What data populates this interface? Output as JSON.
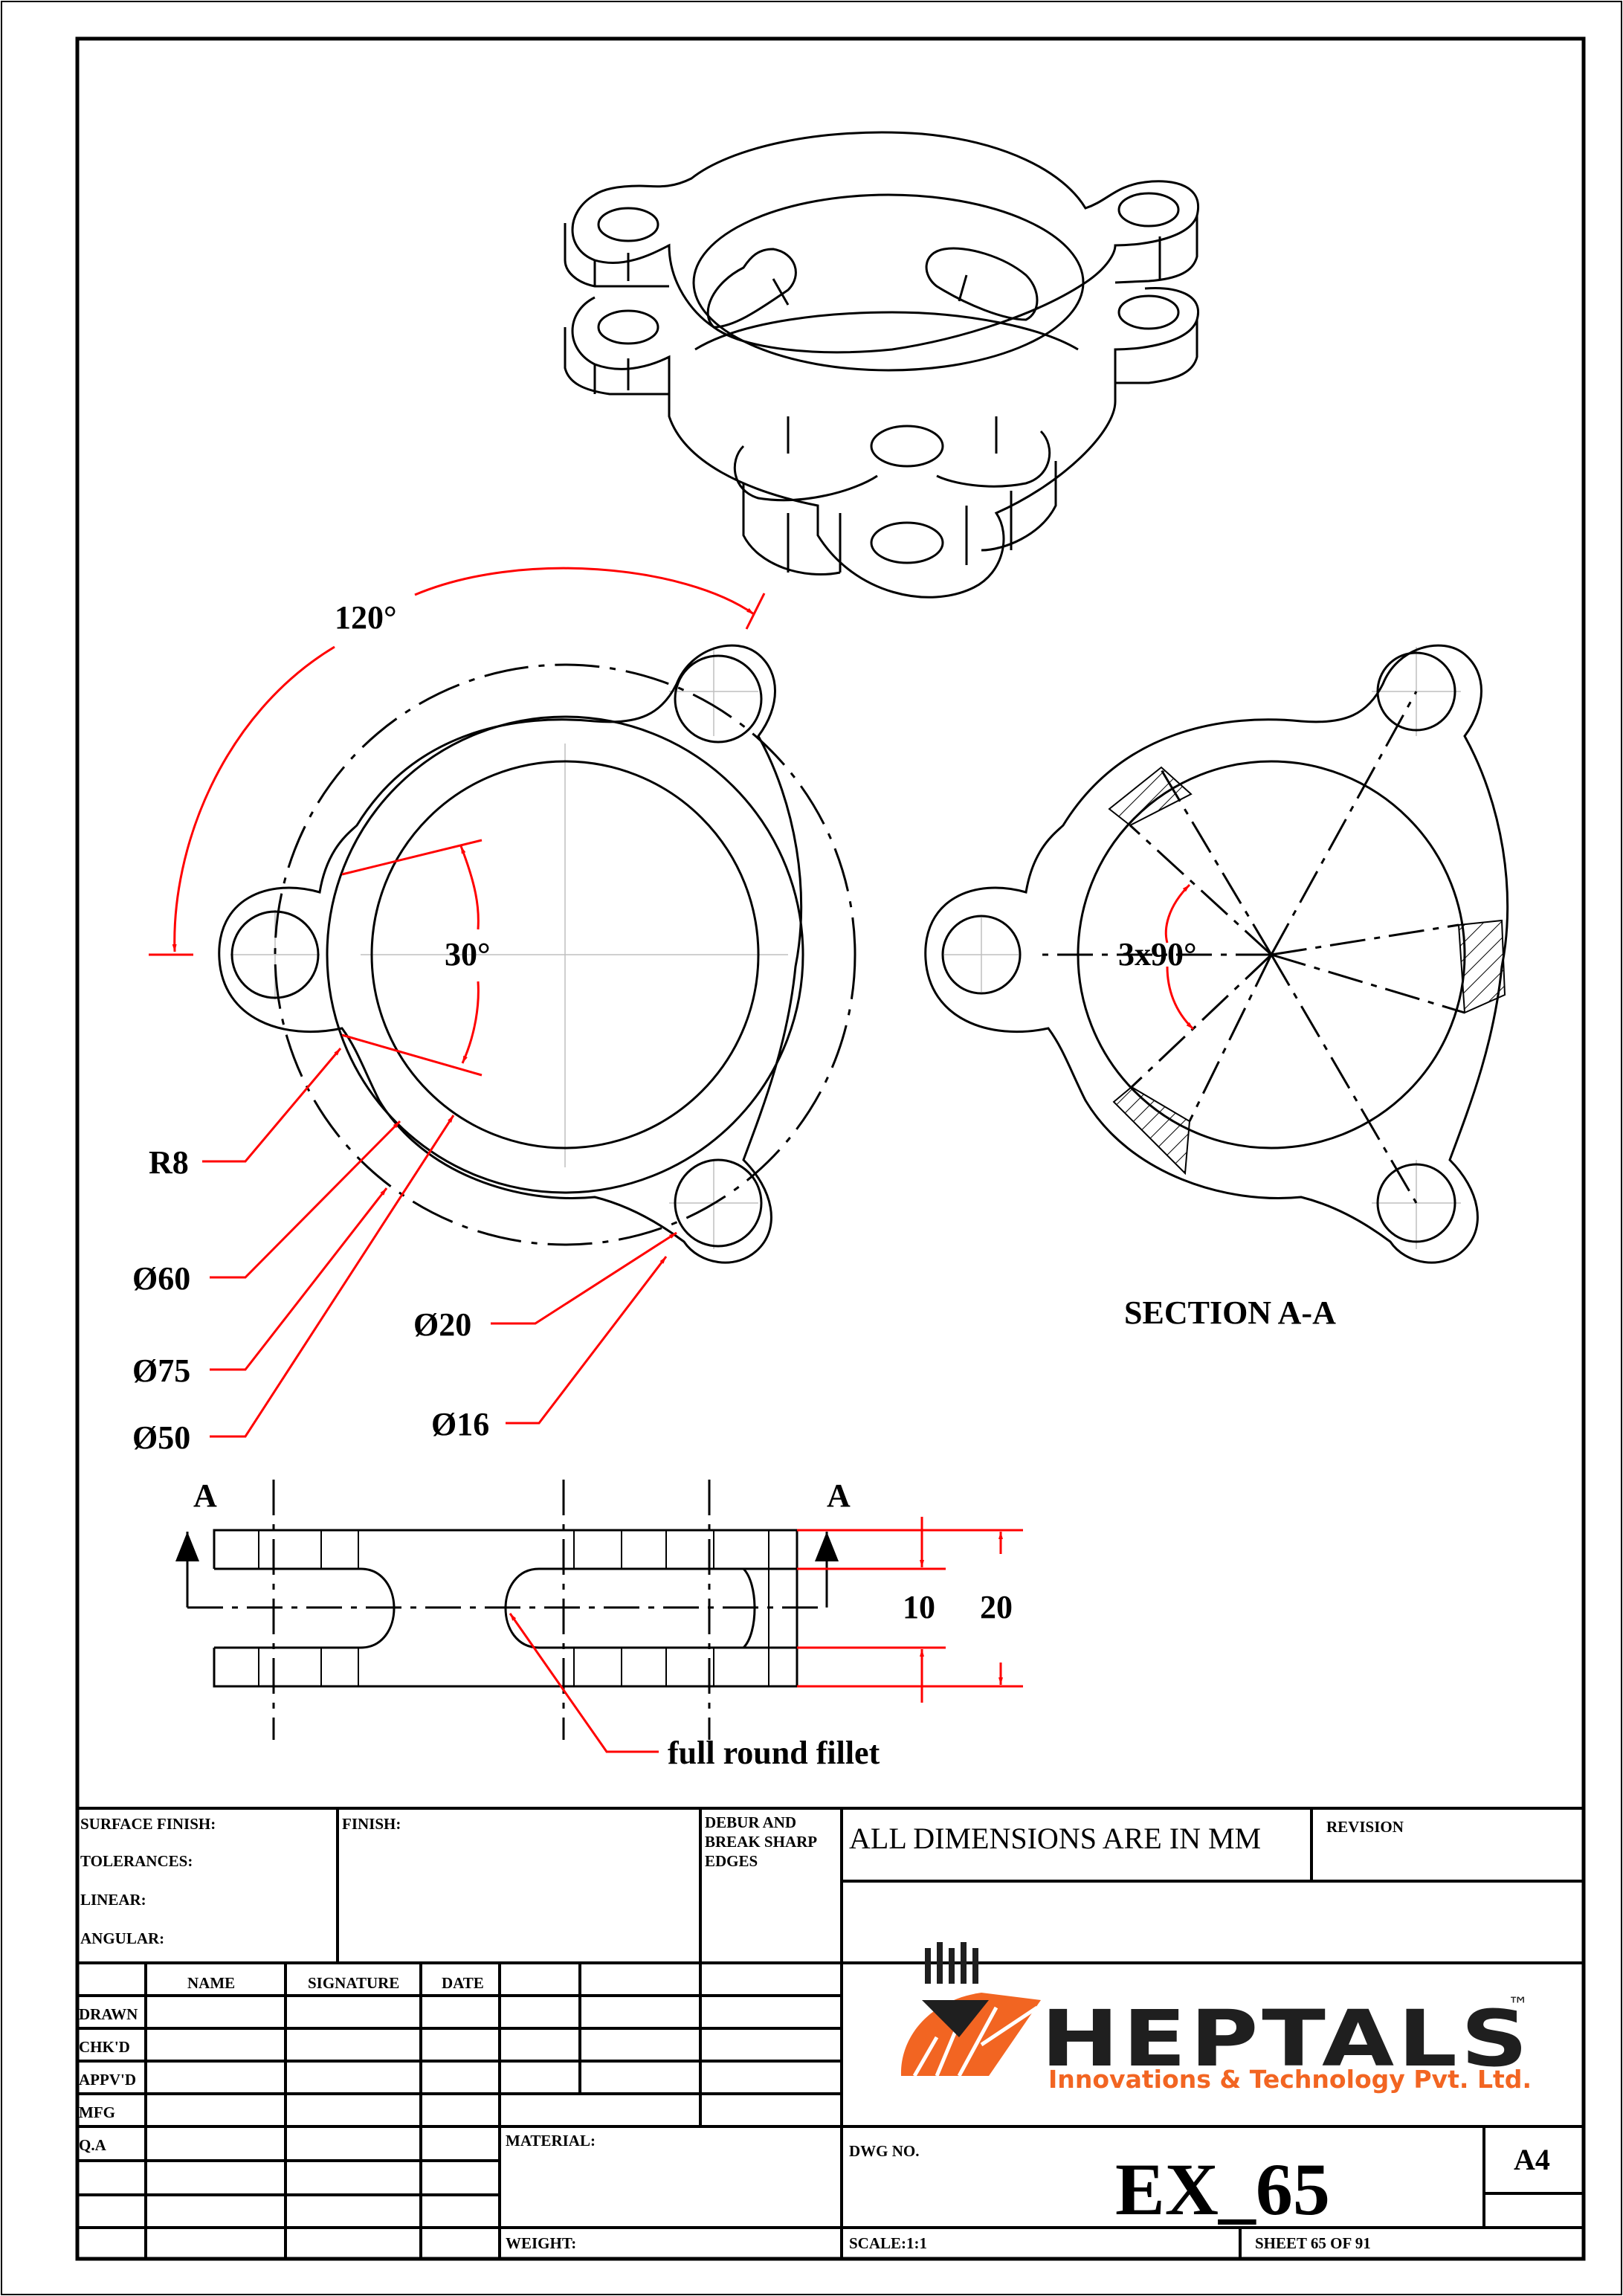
{
  "views": {
    "section_title": "SECTION A-A",
    "section_marker": "A"
  },
  "dimensions": {
    "angle_120": "120°",
    "angle_30": "30°",
    "angle_3x90": "3x90°",
    "r8": "R8",
    "d60": "Ø60",
    "d75": "Ø75",
    "d50": "Ø50",
    "d20": "Ø20",
    "d16": "Ø16",
    "h10": "10",
    "h20": "20",
    "fillet_note": "full round fillet"
  },
  "title_block": {
    "surface_finish": "SURFACE FINISH:",
    "tolerances": "TOLERANCES:",
    "linear": "LINEAR:",
    "angular": "ANGULAR:",
    "finish": "FINISH:",
    "debur_1": "DEBUR AND",
    "debur_2": "BREAK SHARP",
    "debur_3": "EDGES",
    "units_note": "ALL DIMENSIONS ARE IN MM",
    "revision": "REVISION",
    "col_name": "NAME",
    "col_signature": "SIGNATURE",
    "col_date": "DATE",
    "rows": [
      "DRAWN",
      "CHK'D",
      "APPV'D",
      "MFG",
      "Q.A"
    ],
    "material": "MATERIAL:",
    "weight": "WEIGHT:",
    "dwg_no_label": "DWG NO.",
    "dwg_no": "EX_65",
    "sheet_size": "A4",
    "scale": "SCALE:1:1",
    "sheet": "SHEET 65 OF 91"
  },
  "logo": {
    "name": "HEPTALS",
    "tm": "™",
    "subtitle": "Innovations & Technology Pvt. Ltd."
  },
  "colors": {
    "line": "#000000",
    "dimension": "#ff0000",
    "logo_orange": "#f26522",
    "logo_dark": "#1f1f1f"
  }
}
